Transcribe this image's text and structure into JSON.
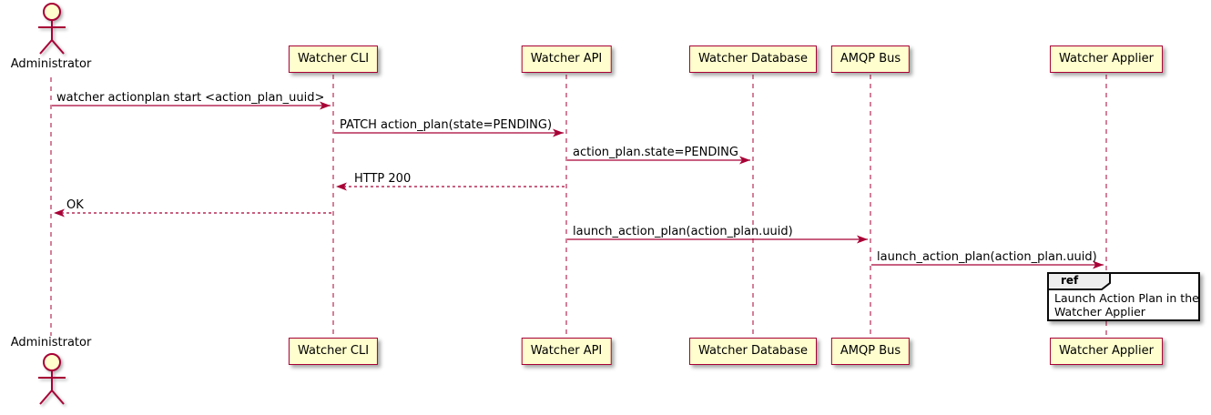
{
  "diagram": {
    "kind": "plantuml-sequence-diagram",
    "colors": {
      "accent": "#A80036",
      "participant_fill": "#FEFECE",
      "ref_title_fill": "#EEEEEE",
      "ref_border": "#0A0A0A",
      "text": "#000000",
      "background": "#FFFFFF"
    },
    "actor": {
      "label": "Administrator"
    },
    "participants": [
      {
        "label": "Watcher CLI"
      },
      {
        "label": "Watcher API"
      },
      {
        "label": "Watcher Database"
      },
      {
        "label": "AMQP Bus"
      },
      {
        "label": "Watcher Applier"
      }
    ],
    "messages": [
      {
        "from": "Administrator",
        "to": "Watcher CLI",
        "style": "solid",
        "text": "watcher actionplan start <action_plan_uuid>"
      },
      {
        "from": "Watcher CLI",
        "to": "Watcher API",
        "style": "solid",
        "text": "PATCH action_plan(state=PENDING)"
      },
      {
        "from": "Watcher API",
        "to": "Watcher Database",
        "style": "solid",
        "text": "action_plan.state=PENDING"
      },
      {
        "from": "Watcher API",
        "to": "Watcher CLI",
        "style": "dashed",
        "text": "HTTP 200"
      },
      {
        "from": "Watcher CLI",
        "to": "Administrator",
        "style": "dashed",
        "text": "OK"
      },
      {
        "from": "Watcher API",
        "to": "AMQP Bus",
        "style": "solid",
        "text": "launch_action_plan(action_plan.uuid)"
      },
      {
        "from": "AMQP Bus",
        "to": "Watcher Applier",
        "style": "solid",
        "text": "launch_action_plan(action_plan.uuid)"
      }
    ],
    "ref": {
      "keyword": "ref",
      "over": "Watcher Applier",
      "lines": [
        "Launch Action Plan in the",
        "Watcher Applier"
      ]
    }
  }
}
